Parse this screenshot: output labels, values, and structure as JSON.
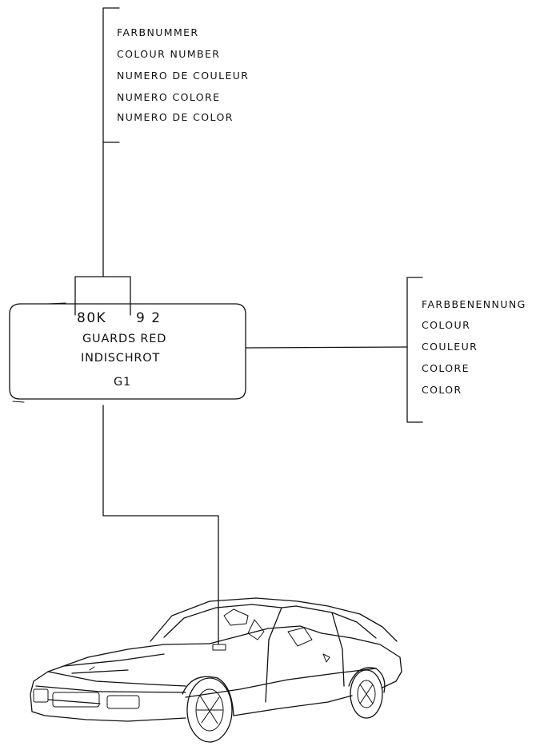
{
  "colour_number_labels": [
    "FARBNUMMER",
    "COLOUR NUMBER",
    "NUMERO DE COULEUR",
    "NUMERO COLORE",
    "NUMERO DE COLOR"
  ],
  "colour_name_labels": [
    "FARBBENENNUNG",
    "COLOUR",
    "COULEUR",
    "COLORE",
    "COLOR"
  ],
  "plate": {
    "code_part1": "80K",
    "code_part2": "9 2",
    "line1": "GUARDS RED",
    "line2": "INDISCHROT",
    "line3": "G1"
  }
}
